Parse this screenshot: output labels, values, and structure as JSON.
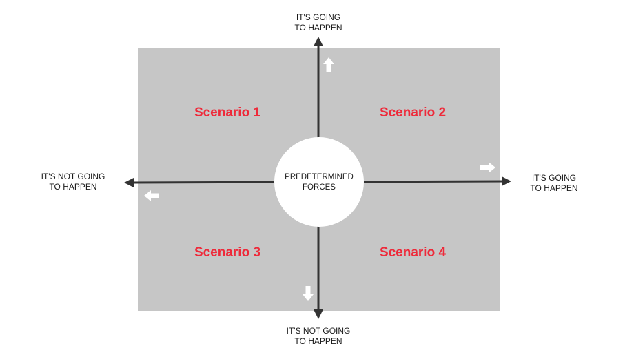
{
  "colors": {
    "quadrant_fill": "#c6c6c6",
    "axis": "#333333",
    "scenario_text": "#ee2a3a",
    "center_fill": "#ffffff",
    "marker_arrow": "#ffffff"
  },
  "axes": {
    "top_label": "IT'S GOING\nTO HAPPEN",
    "bottom_label": "IT'S NOT GOING\nTO HAPPEN",
    "left_label": "IT'S NOT GOING\nTO HAPPEN",
    "right_label": "IT'S GOING\nTO HAPPEN"
  },
  "scenarios": [
    {
      "label": "Scenario 1"
    },
    {
      "label": "Scenario 2"
    },
    {
      "label": "Scenario 3"
    },
    {
      "label": "Scenario 4"
    }
  ],
  "center": {
    "label": "PREDETERMINED\nFORCES"
  },
  "icons": {
    "up": "arrow-up-icon",
    "right": "arrow-right-icon",
    "left": "arrow-left-icon",
    "down": "arrow-down-icon"
  }
}
